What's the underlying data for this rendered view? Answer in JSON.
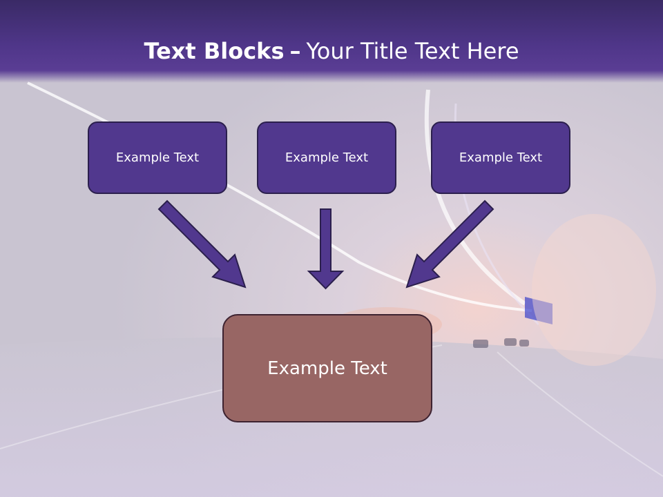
{
  "title": {
    "bold": "Text Blocks",
    "separator": "–",
    "rest": "Your Title Text Here"
  },
  "blocks": {
    "top": [
      {
        "label": "Example Text"
      },
      {
        "label": "Example Text"
      },
      {
        "label": "Example Text"
      }
    ],
    "bottom": {
      "label": "Example Text"
    }
  },
  "colors": {
    "title_bar": "#4f3689",
    "top_block_fill": "#51388e",
    "bottom_block_fill": "#986664",
    "arrow_fill": "#51388e"
  }
}
